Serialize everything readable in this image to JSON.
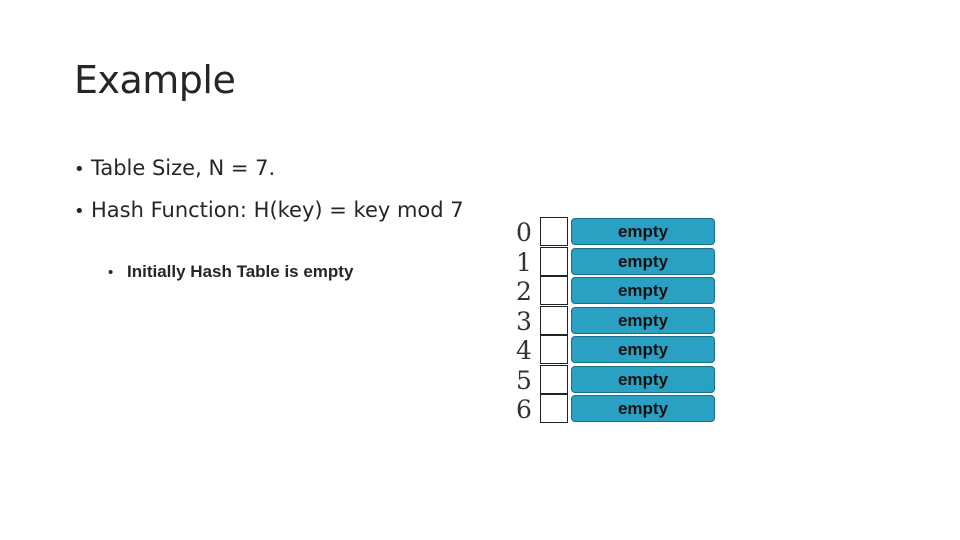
{
  "slide": {
    "title": "Example",
    "bullets": [
      "Table Size, N = 7.",
      "Hash Function: H(key) = key mod 7"
    ],
    "sub_bullet": "Initially Hash Table is empty",
    "bullet_symbol": "•"
  },
  "hash_table": {
    "slots": [
      {
        "index": "0",
        "value": "empty"
      },
      {
        "index": "1",
        "value": "empty"
      },
      {
        "index": "2",
        "value": "empty"
      },
      {
        "index": "3",
        "value": "empty"
      },
      {
        "index": "4",
        "value": "empty"
      },
      {
        "index": "5",
        "value": "empty"
      },
      {
        "index": "6",
        "value": "empty"
      }
    ],
    "colors": {
      "cell_fill": "#2aa0c2",
      "cell_border": "#1a6f8a"
    }
  }
}
